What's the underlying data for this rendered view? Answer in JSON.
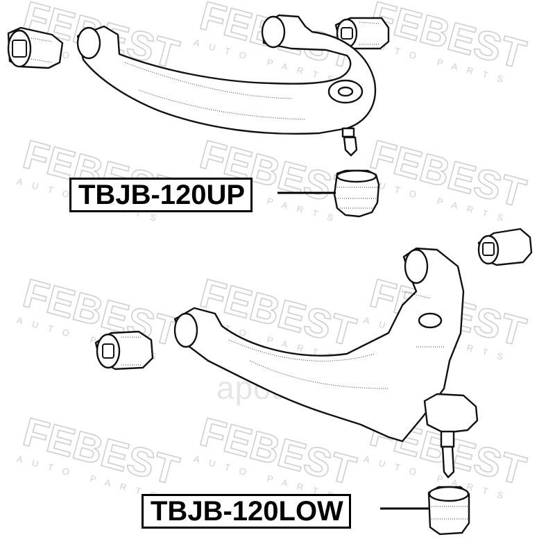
{
  "watermark": {
    "brand": "FEBEST",
    "tagline": "AUTO PARTS",
    "color": "#cfcfcf"
  },
  "center_logo": {
    "text": "apoaq",
    "color": "#e6e6e6"
  },
  "labels": {
    "upper_part_number": "TBJB-120UP",
    "lower_part_number": "TBJB-120LOW"
  },
  "icons": {
    "upper_arm": "upper-control-arm-icon",
    "lower_arm": "lower-control-arm-icon",
    "upper_boot": "ball-joint-boot-icon",
    "lower_boot": "ball-joint-boot-icon",
    "bushings": "arm-bushing-icon"
  },
  "colors": {
    "line": "#111111",
    "label_border": "#000000",
    "background": "#ffffff"
  }
}
